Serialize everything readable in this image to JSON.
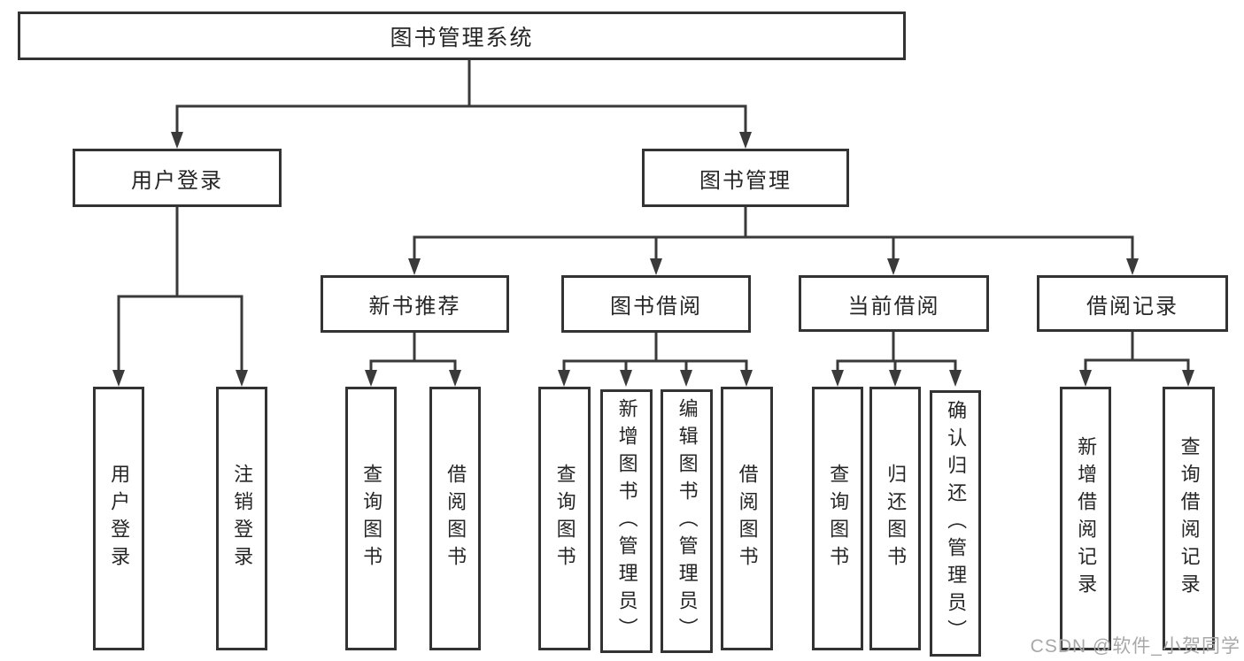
{
  "tree": {
    "root": {
      "label": "图书管理系统",
      "children": [
        {
          "label": "用户登录",
          "children": [
            {
              "label": "用户登录"
            },
            {
              "label": "注销登录"
            }
          ]
        },
        {
          "label": "图书管理",
          "children": [
            {
              "label": "新书推荐",
              "children": [
                {
                  "label": "查询图书"
                },
                {
                  "label": "借阅图书"
                }
              ]
            },
            {
              "label": "图书借阅",
              "children": [
                {
                  "label": "查询图书"
                },
                {
                  "label": "新增图书（管理员）"
                },
                {
                  "label": "编辑图书（管理员）"
                },
                {
                  "label": "借阅图书"
                }
              ]
            },
            {
              "label": "当前借阅",
              "children": [
                {
                  "label": "查询图书"
                },
                {
                  "label": "归还图书"
                },
                {
                  "label": "确认归还（管理员）"
                }
              ]
            },
            {
              "label": "借阅记录",
              "children": [
                {
                  "label": "新增借阅记录"
                },
                {
                  "label": "查询借阅记录"
                }
              ]
            }
          ]
        }
      ]
    }
  },
  "watermark": {
    "text": "CSDN @软件_小贺同学"
  },
  "colors": {
    "line": "#3a3a3a",
    "box_border": "#333333",
    "box_fill": "#ffffff",
    "text": "#262626",
    "watermark": "#a8a8a8"
  }
}
